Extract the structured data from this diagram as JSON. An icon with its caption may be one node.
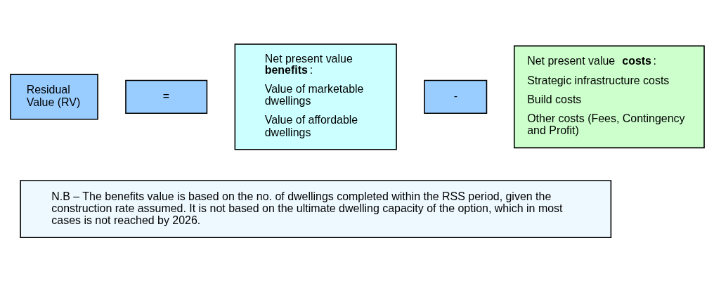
{
  "diagram": {
    "nodes": [
      {
        "text": [
          "Residual Value (RV)"
        ]
      },
      {
        "text": [
          "="
        ]
      },
      {
        "text": [
          "Net present value **benefits**:",
          "Value of marketable dwellings",
          "Value of affordable dwellings"
        ]
      },
      {
        "text": [
          "-"
        ]
      },
      {
        "text": [
          "Net present value **costs**:",
          "Strategic infrastructure costs",
          "Build costs",
          "Other costs (Fees, Contingency and Profit)"
        ]
      },
      {
        "text": [
          "N.B – The benefits value is based on the no. of dwellings completed within the RSS period, given the construction rate assumed. It is not based on the ultimate dwelling capacity of the option, which in most cases is not reached by 2026."
        ]
      }
    ],
    "edges": []
  }
}
